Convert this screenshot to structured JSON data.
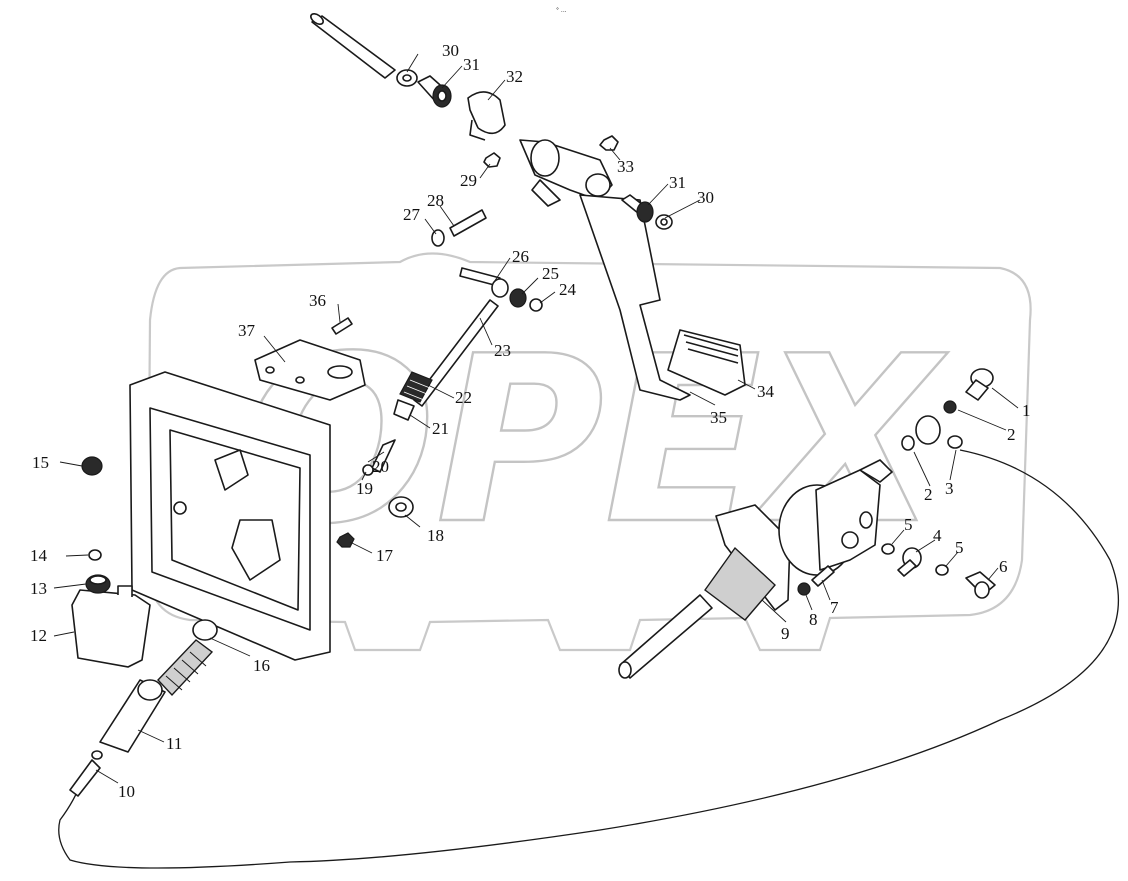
{
  "header_mark": "° ...",
  "watermark": {
    "text": "OPEX"
  },
  "callouts": [
    {
      "id": "c30a",
      "label": "30"
    },
    {
      "id": "c31a",
      "label": "31"
    },
    {
      "id": "c32",
      "label": "32"
    },
    {
      "id": "c33",
      "label": "33"
    },
    {
      "id": "c29",
      "label": "29"
    },
    {
      "id": "c31b",
      "label": "31"
    },
    {
      "id": "c30b",
      "label": "30"
    },
    {
      "id": "c28",
      "label": "28"
    },
    {
      "id": "c27",
      "label": "27"
    },
    {
      "id": "c26",
      "label": "26"
    },
    {
      "id": "c25",
      "label": "25"
    },
    {
      "id": "c24",
      "label": "24"
    },
    {
      "id": "c36",
      "label": "36"
    },
    {
      "id": "c37",
      "label": "37"
    },
    {
      "id": "c23",
      "label": "23"
    },
    {
      "id": "c22",
      "label": "22"
    },
    {
      "id": "c21",
      "label": "21"
    },
    {
      "id": "c20",
      "label": "20"
    },
    {
      "id": "c19",
      "label": "19"
    },
    {
      "id": "c18",
      "label": "18"
    },
    {
      "id": "c17",
      "label": "17"
    },
    {
      "id": "c16",
      "label": "16"
    },
    {
      "id": "c15",
      "label": "15"
    },
    {
      "id": "c14",
      "label": "14"
    },
    {
      "id": "c13",
      "label": "13"
    },
    {
      "id": "c12",
      "label": "12"
    },
    {
      "id": "c11",
      "label": "11"
    },
    {
      "id": "c10",
      "label": "10"
    },
    {
      "id": "c35",
      "label": "35"
    },
    {
      "id": "c34",
      "label": "34"
    },
    {
      "id": "c1",
      "label": "1"
    },
    {
      "id": "c2a",
      "label": "2"
    },
    {
      "id": "c2b",
      "label": "2"
    },
    {
      "id": "c3",
      "label": "3"
    },
    {
      "id": "c5a",
      "label": "5"
    },
    {
      "id": "c4",
      "label": "4"
    },
    {
      "id": "c5b",
      "label": "5"
    },
    {
      "id": "c6",
      "label": "6"
    },
    {
      "id": "c7",
      "label": "7"
    },
    {
      "id": "c8",
      "label": "8"
    },
    {
      "id": "c9",
      "label": "9"
    }
  ]
}
